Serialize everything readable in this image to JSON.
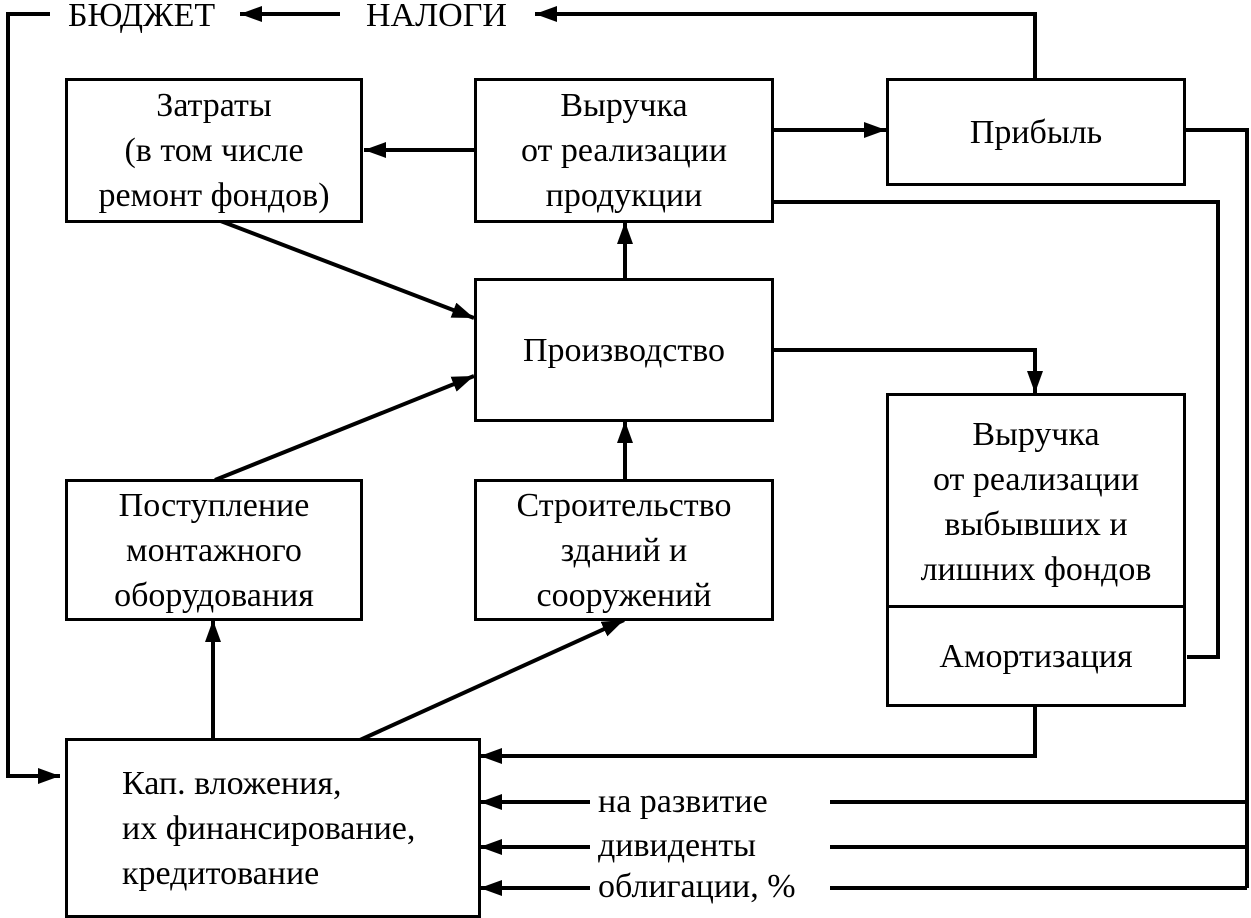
{
  "top": {
    "budget": "БЮДЖЕТ",
    "taxes": "НАЛОГИ"
  },
  "boxes": {
    "costs": "Затраты\n(в том числе\nремонт фондов)",
    "revenue": "Выручка\nот реализации\nпродукции",
    "profit": "Прибыль",
    "production": "Производство",
    "equipment": "Поступление\nмонтажного\nоборудования",
    "construction": "Строительство\nзданий и\nсооружений",
    "asset_sales": "Выручка\nот реализации\nвыбывших и\nлишних фондов",
    "depreciation": "Амортизация",
    "capex": "Кап. вложения,\nих финансирование,\nкредитование"
  },
  "flows": {
    "development": "на развитие",
    "dividends": "дивиденты",
    "bonds": "облигации, %"
  }
}
